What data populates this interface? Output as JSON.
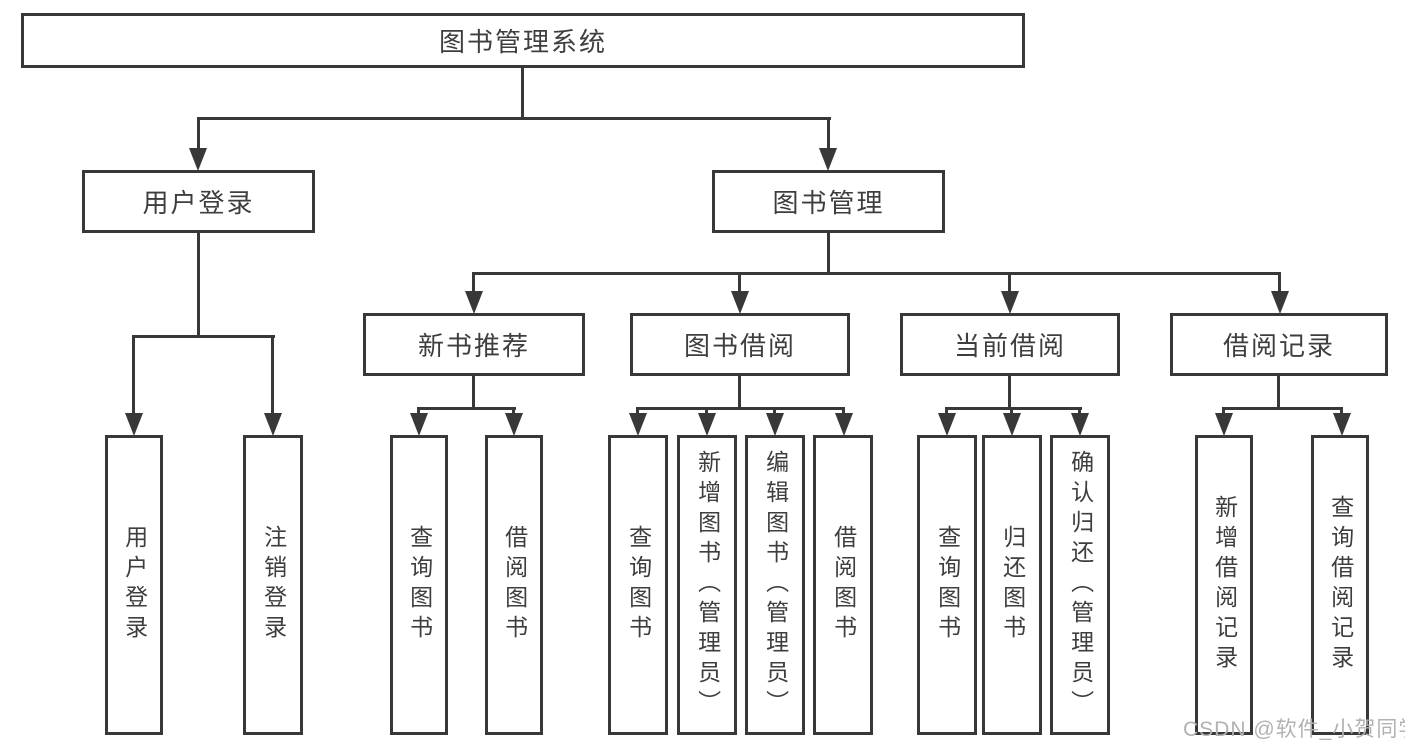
{
  "title": "图书管理系统",
  "watermark": "CSDN @软件_小贺同学",
  "colors": {
    "line": "#383838",
    "text": "#3e3e3e",
    "watermark": "#b2b2b2",
    "background": "#ffffff"
  },
  "diagram": {
    "type": "tree",
    "root": "图书管理系统",
    "children": [
      {
        "label": "用户登录",
        "children": [
          "用户登录",
          "注销登录"
        ]
      },
      {
        "label": "图书管理",
        "children": [
          {
            "label": "新书推荐",
            "children": [
              "查询图书",
              "借阅图书"
            ]
          },
          {
            "label": "图书借阅",
            "children": [
              "查询图书",
              "新增图书（管理员）",
              "编辑图书（管理员）",
              "借阅图书"
            ]
          },
          {
            "label": "当前借阅",
            "children": [
              "查询图书",
              "归还图书",
              "确认归还（管理员）"
            ]
          },
          {
            "label": "借阅记录",
            "children": [
              "新增借阅记录",
              "查询借阅记录"
            ]
          }
        ]
      }
    ]
  }
}
